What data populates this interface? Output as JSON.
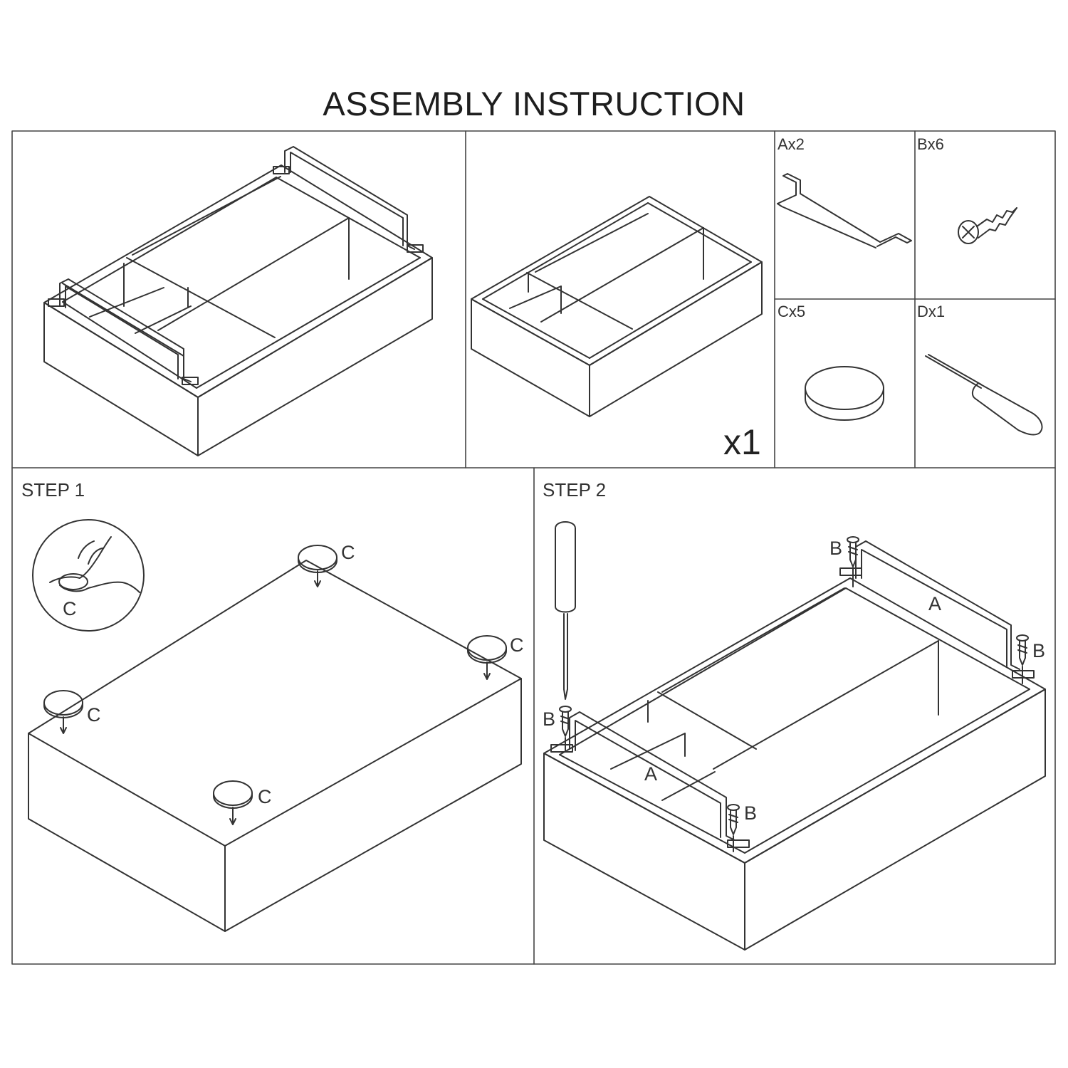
{
  "title": "ASSEMBLY INSTRUCTION",
  "parts": {
    "a": "Ax2",
    "b": "Bx6",
    "c": "Cx5",
    "d": "Dx1"
  },
  "main_unit_qty": "x1",
  "step1": {
    "label": "STEP 1",
    "callout": "C",
    "part_letter": "C"
  },
  "step2": {
    "label": "STEP 2",
    "screw_letter": "B",
    "handle_letter": "A"
  }
}
